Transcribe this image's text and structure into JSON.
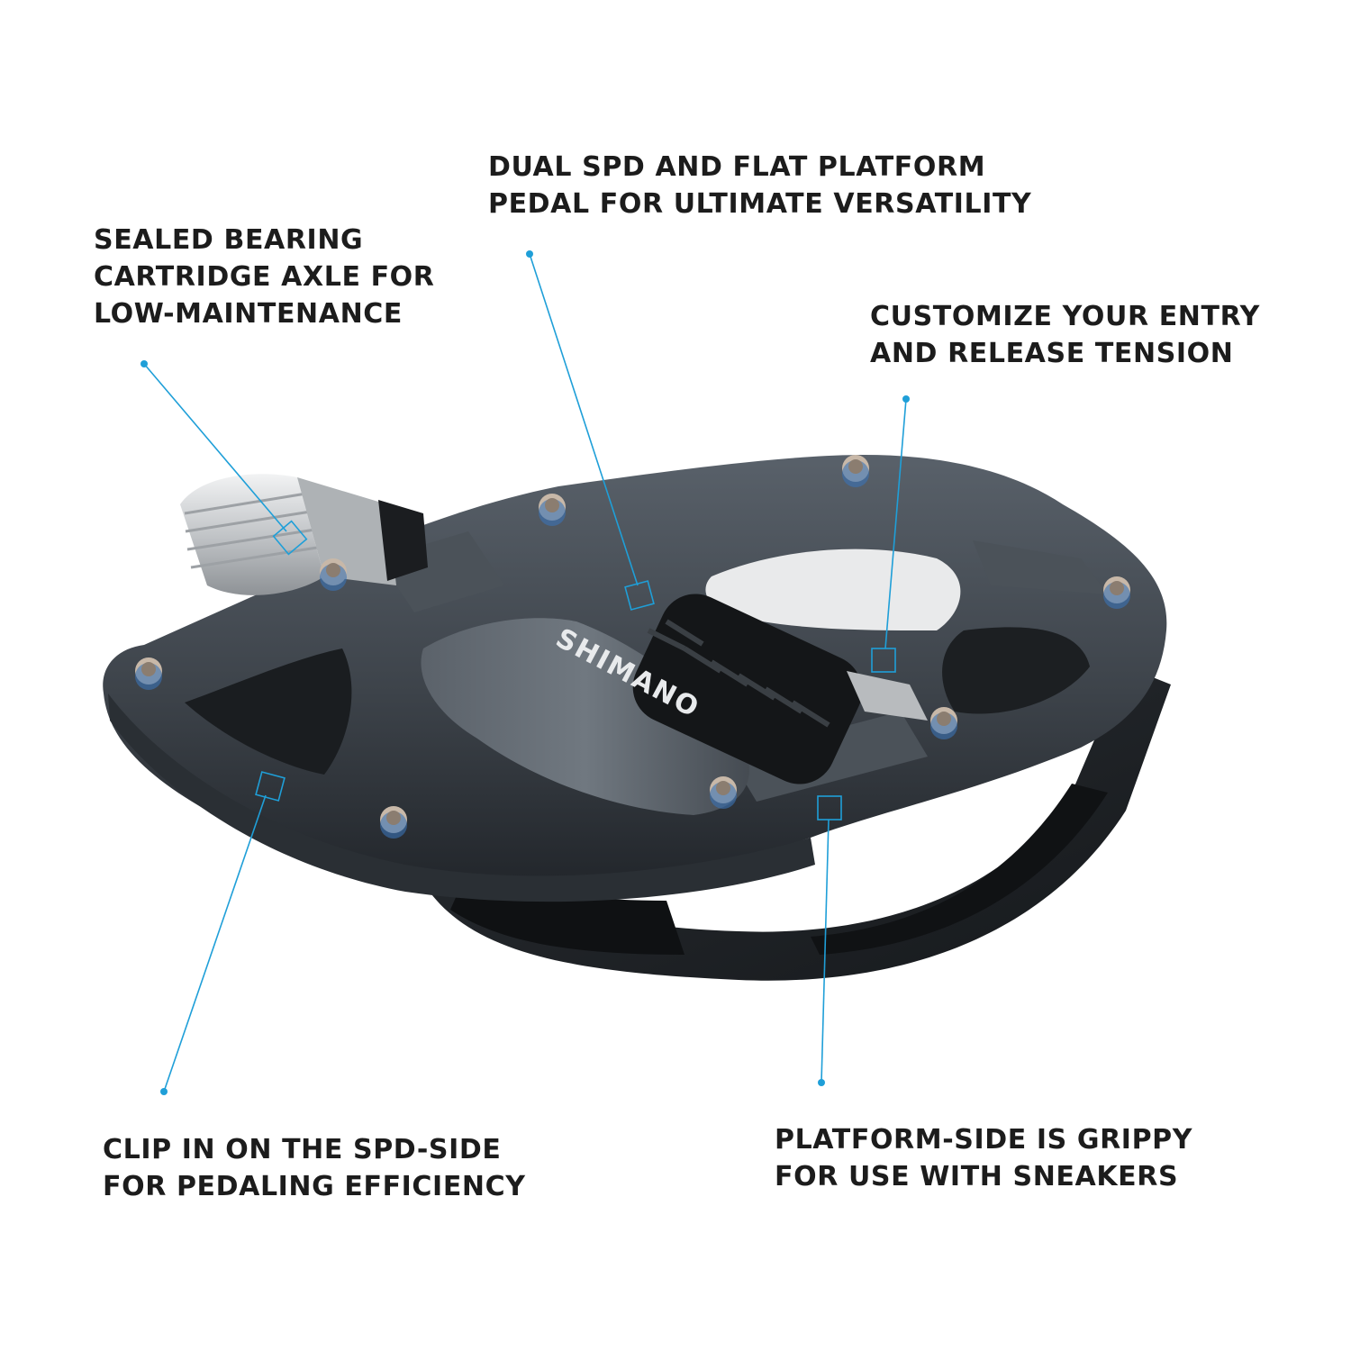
{
  "callouts": {
    "bearing": {
      "line1": "SEALED BEARING",
      "line2": "CARTRIDGE AXLE FOR",
      "line3": "LOW-MAINTENANCE"
    },
    "dual": {
      "line1": "DUAL SPD AND FLAT PLATFORM",
      "line2": "PEDAL FOR ULTIMATE VERSATILITY"
    },
    "tension": {
      "line1": "CUSTOMIZE YOUR ENTRY",
      "line2": "AND RELEASE TENSION"
    },
    "clip": {
      "line1": "CLIP IN ON THE SPD-SIDE",
      "line2": "FOR PEDALING EFFICIENCY"
    },
    "platform": {
      "line1": "PLATFORM-SIDE IS GRIPPY",
      "line2": "FOR USE WITH SNEAKERS"
    }
  },
  "brand": {
    "logo_text": "SHIMANO"
  },
  "colors": {
    "leader": "#1f9fd8",
    "text": "#1c1c1c",
    "pedal_body": "#3e444b",
    "axle": "#c9ccce"
  }
}
